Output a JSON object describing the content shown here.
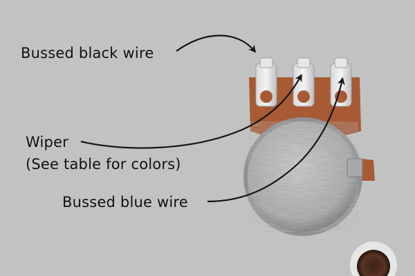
{
  "labels": {
    "bussed_black": "Bussed black wire",
    "wiper": "Wiper",
    "wiper_note": "(See table for colors)",
    "bussed_blue": "Bussed blue wire"
  },
  "colors": {
    "background": "#c9cbcb",
    "text": "#111111",
    "arrow": "#151515",
    "pcb_tab": "#a85a35",
    "pot_body": "#b7b9ba"
  }
}
